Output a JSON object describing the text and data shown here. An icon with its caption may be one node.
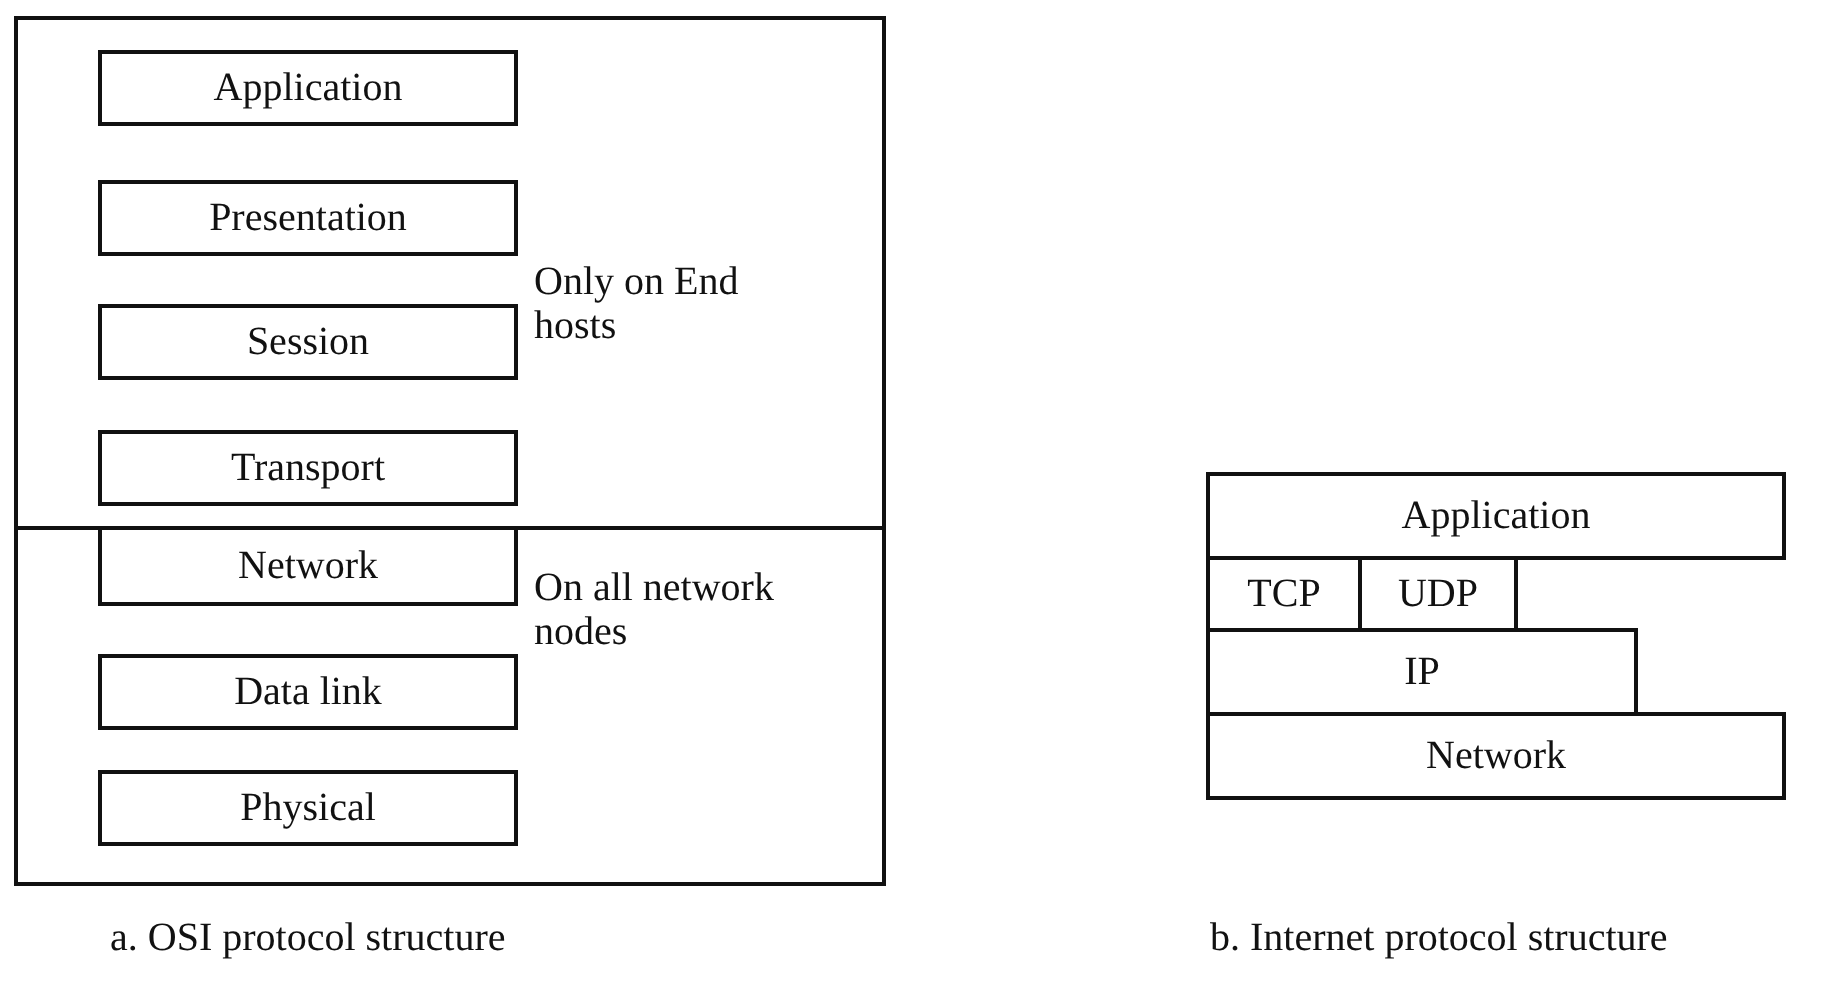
{
  "diagram": {
    "nodes": [
      {
        "text": [
          "Only on End hosts"
        ]
      },
      {
        "text": [
          "Application"
        ],
        "in": 0
      },
      {
        "text": [
          "Presentation"
        ],
        "in": 0
      },
      {
        "text": [
          "Session"
        ],
        "in": 0
      },
      {
        "text": [
          "Transport"
        ],
        "in": 0
      },
      {
        "text": [
          "On all network nodes"
        ]
      },
      {
        "text": [
          "Network"
        ],
        "in": 5
      },
      {
        "text": [
          "Data link"
        ],
        "in": 5
      },
      {
        "text": [
          "Physical"
        ],
        "in": 5
      },
      {
        "text": [
          "Application"
        ]
      },
      {
        "text": [
          "TCP"
        ]
      },
      {
        "text": [
          "UDP"
        ]
      },
      {
        "text": [
          "IP"
        ]
      },
      {
        "text": [
          "Network"
        ]
      }
    ],
    "labels": [
      "a. OSI protocol structure",
      "b. Internet protocol structure"
    ]
  }
}
